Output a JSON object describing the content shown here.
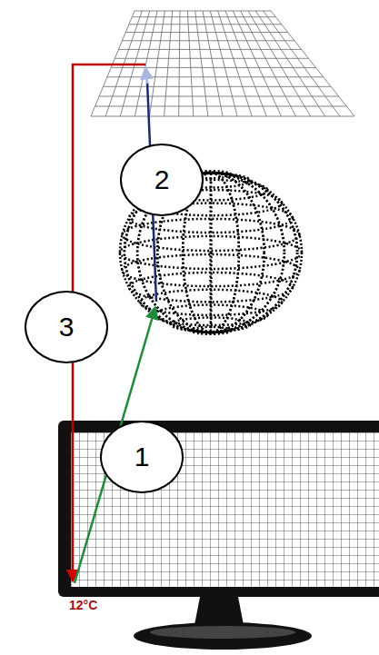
{
  "diagram": {
    "labels": [
      "1",
      "2",
      "3",
      "12°C"
    ]
  }
}
